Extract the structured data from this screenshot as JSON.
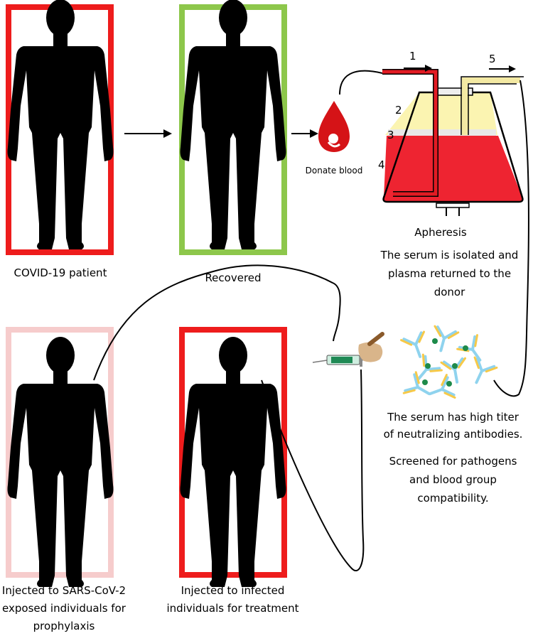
{
  "patient": {
    "label": "COVID-19 patient",
    "frame_color": "#ee1c1c"
  },
  "recovered": {
    "label": "Recovered",
    "frame_color": "#8dc74b"
  },
  "donate": {
    "label": "Donate blood",
    "drop_color": "#d51317"
  },
  "apheresis": {
    "title": "Apheresis",
    "desc_line1": "The serum is isolated and",
    "desc_line2": "plasma returned to the",
    "desc_line3": "donor",
    "steps": [
      "1",
      "2",
      "3",
      "4",
      "5"
    ],
    "colors": {
      "plasma": "#fbf4b1",
      "blood": "#ee2431",
      "tube_in": "#e21b23",
      "tube_out": "#f3e9a3"
    }
  },
  "antibodies": {
    "line1": "The serum has high titer",
    "line2": "of  neutralizing antibodies.",
    "line3": "Screened for pathogens",
    "line4": "and blood group",
    "line5": "compatibility.",
    "colors": {
      "heavy": "#8fd3ee",
      "light": "#f7c948",
      "antigen": "#1d8a4a"
    }
  },
  "prophylaxis": {
    "line1": "Injected to  SARS-CoV-2",
    "line2": "exposed individuals for",
    "line3": "prophylaxis",
    "frame_color": "#f6cccc"
  },
  "treatment": {
    "line1": "Injected to infected",
    "line2": "individuals for treatment",
    "frame_color": "#ee1c1c"
  },
  "icons": [
    "human-silhouette-icon",
    "blood-drop-icon",
    "apheresis-flask-icon",
    "antibody-icon",
    "syringe-icon",
    "hand-icon"
  ]
}
